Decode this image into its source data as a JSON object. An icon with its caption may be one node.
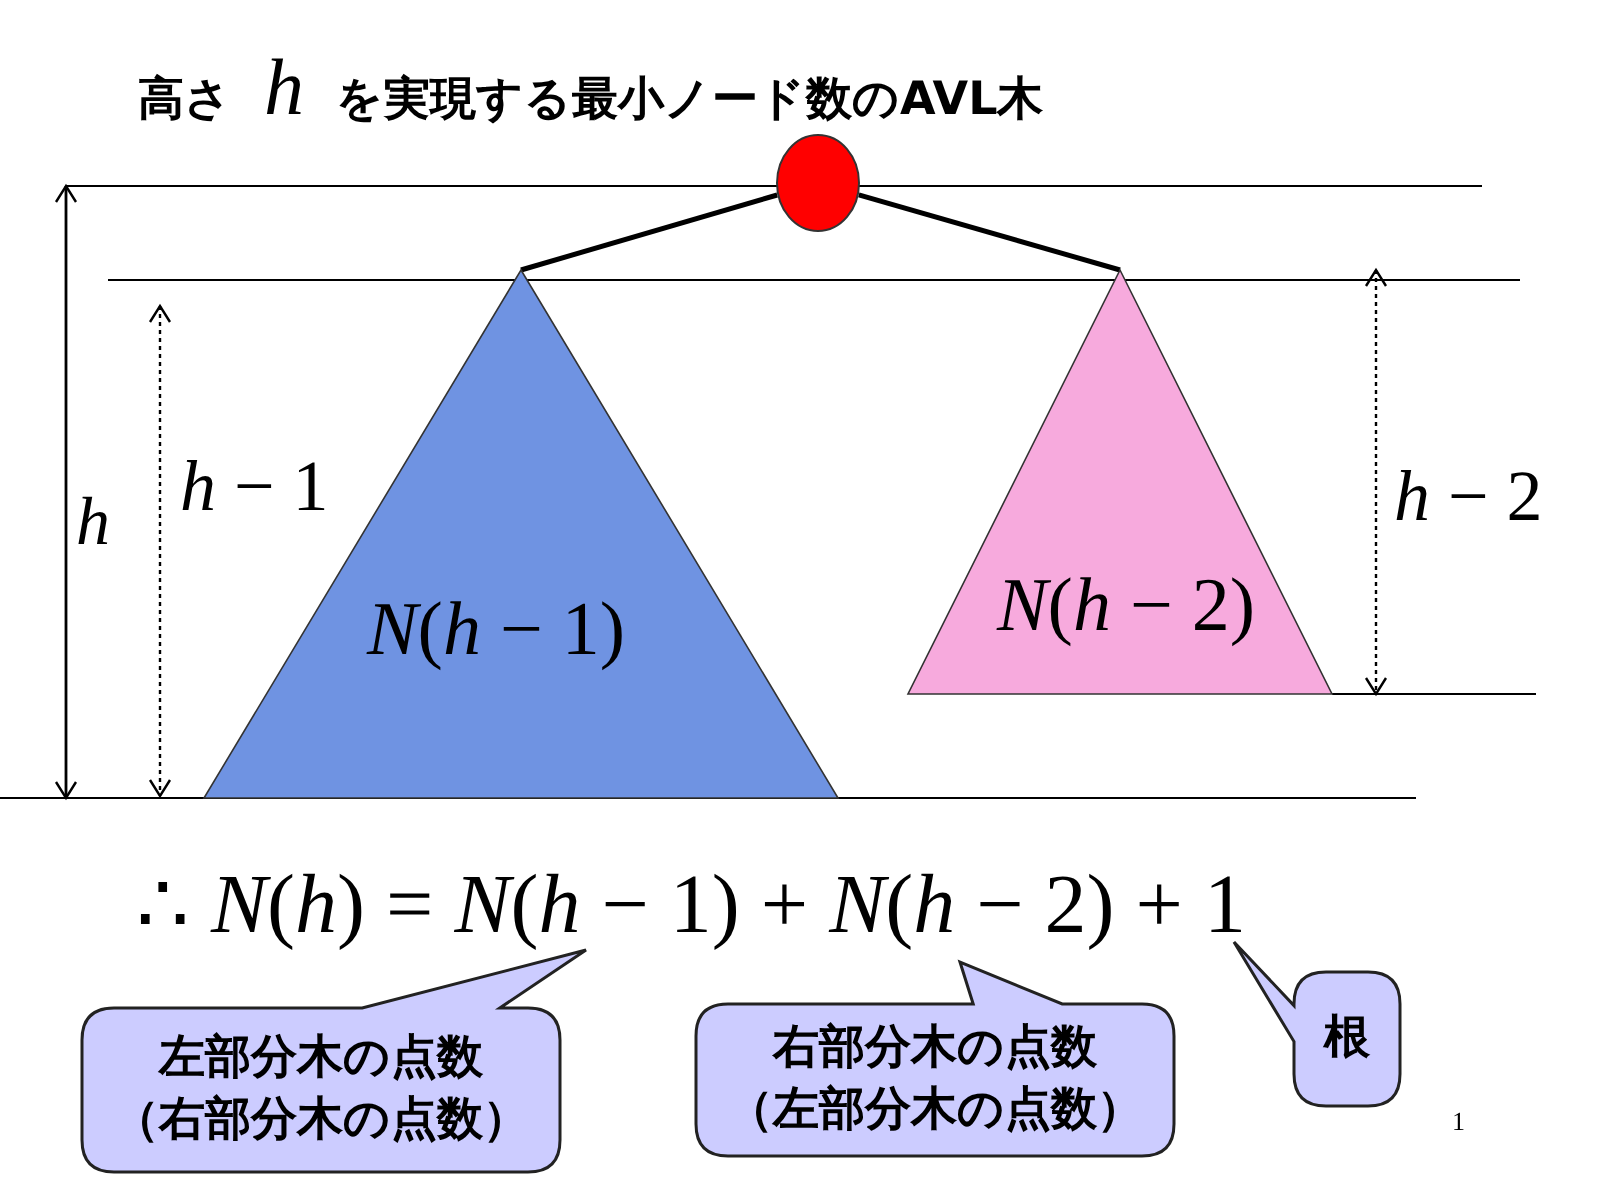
{
  "diagram": {
    "title": "高さ *h* を実現する最小ノード数のAVL木",
    "nodes": [
      {
        "text": [],
        "shape": "circle"
      },
      {
        "text": [
          "*N*(*h* − 1)"
        ]
      },
      {
        "text": [
          "*N*(*h* − 2)"
        ]
      },
      {
        "text": [
          "左部分木の点数",
          "（右部分木の点数）"
        ]
      },
      {
        "text": [
          "右部分木の点数",
          "（左部分木の点数）"
        ]
      },
      {
        "text": [
          "根"
        ]
      }
    ],
    "edges": [
      {
        "from": 0,
        "to": 1,
        "arrow": "none"
      },
      {
        "from": 0,
        "to": 2,
        "arrow": "none"
      }
    ],
    "labels": [
      "*h*",
      "*h* − 1",
      "*h* − 2",
      "∴ *N*(*h*) = *N*(*h* − 1) + *N*(*h* − 2) + 1",
      "1"
    ]
  }
}
